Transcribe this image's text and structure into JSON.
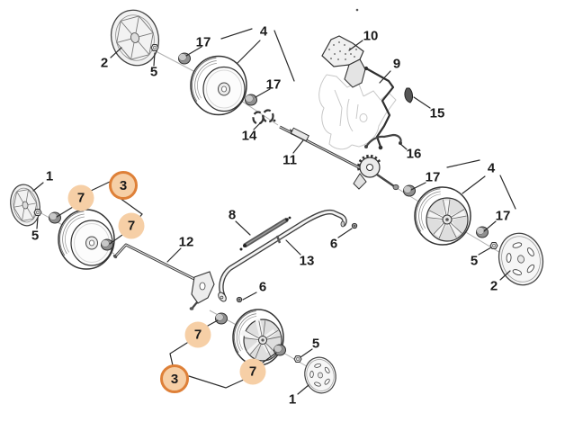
{
  "diagram": {
    "kind": "exploded-parts-diagram",
    "background": "#ffffff",
    "line_color": "#333333",
    "ghost_color": "#c8c8c8",
    "highlight": {
      "fill": "#f6cfa6",
      "ring_color": "#de8038"
    },
    "highlighted_part_numbers": [
      "3",
      "7"
    ],
    "callouts": [
      {
        "label": "2",
        "highlight": "none"
      },
      {
        "label": "5",
        "highlight": "none"
      },
      {
        "label": "17",
        "highlight": "none"
      },
      {
        "label": "4",
        "highlight": "none"
      },
      {
        "label": "17",
        "highlight": "none"
      },
      {
        "label": "14",
        "highlight": "none"
      },
      {
        "label": "11",
        "highlight": "none"
      },
      {
        "label": "10",
        "highlight": "none"
      },
      {
        "label": "9",
        "highlight": "none"
      },
      {
        "label": "15",
        "highlight": "none"
      },
      {
        "label": "16",
        "highlight": "none"
      },
      {
        "label": "17",
        "highlight": "none"
      },
      {
        "label": "4",
        "highlight": "none"
      },
      {
        "label": "17",
        "highlight": "none"
      },
      {
        "label": "5",
        "highlight": "none"
      },
      {
        "label": "2",
        "highlight": "none"
      },
      {
        "label": "1",
        "highlight": "none"
      },
      {
        "label": "5",
        "highlight": "none"
      },
      {
        "label": "7",
        "highlight": "fill"
      },
      {
        "label": "3",
        "highlight": "ring"
      },
      {
        "label": "7",
        "highlight": "fill"
      },
      {
        "label": "12",
        "highlight": "none"
      },
      {
        "label": "8",
        "highlight": "none"
      },
      {
        "label": "13",
        "highlight": "none"
      },
      {
        "label": "6",
        "highlight": "none"
      },
      {
        "label": "6",
        "highlight": "none"
      },
      {
        "label": "7",
        "highlight": "fill"
      },
      {
        "label": "3",
        "highlight": "ring"
      },
      {
        "label": "7",
        "highlight": "fill"
      },
      {
        "label": "5",
        "highlight": "none"
      },
      {
        "label": "1",
        "highlight": "none"
      }
    ]
  }
}
